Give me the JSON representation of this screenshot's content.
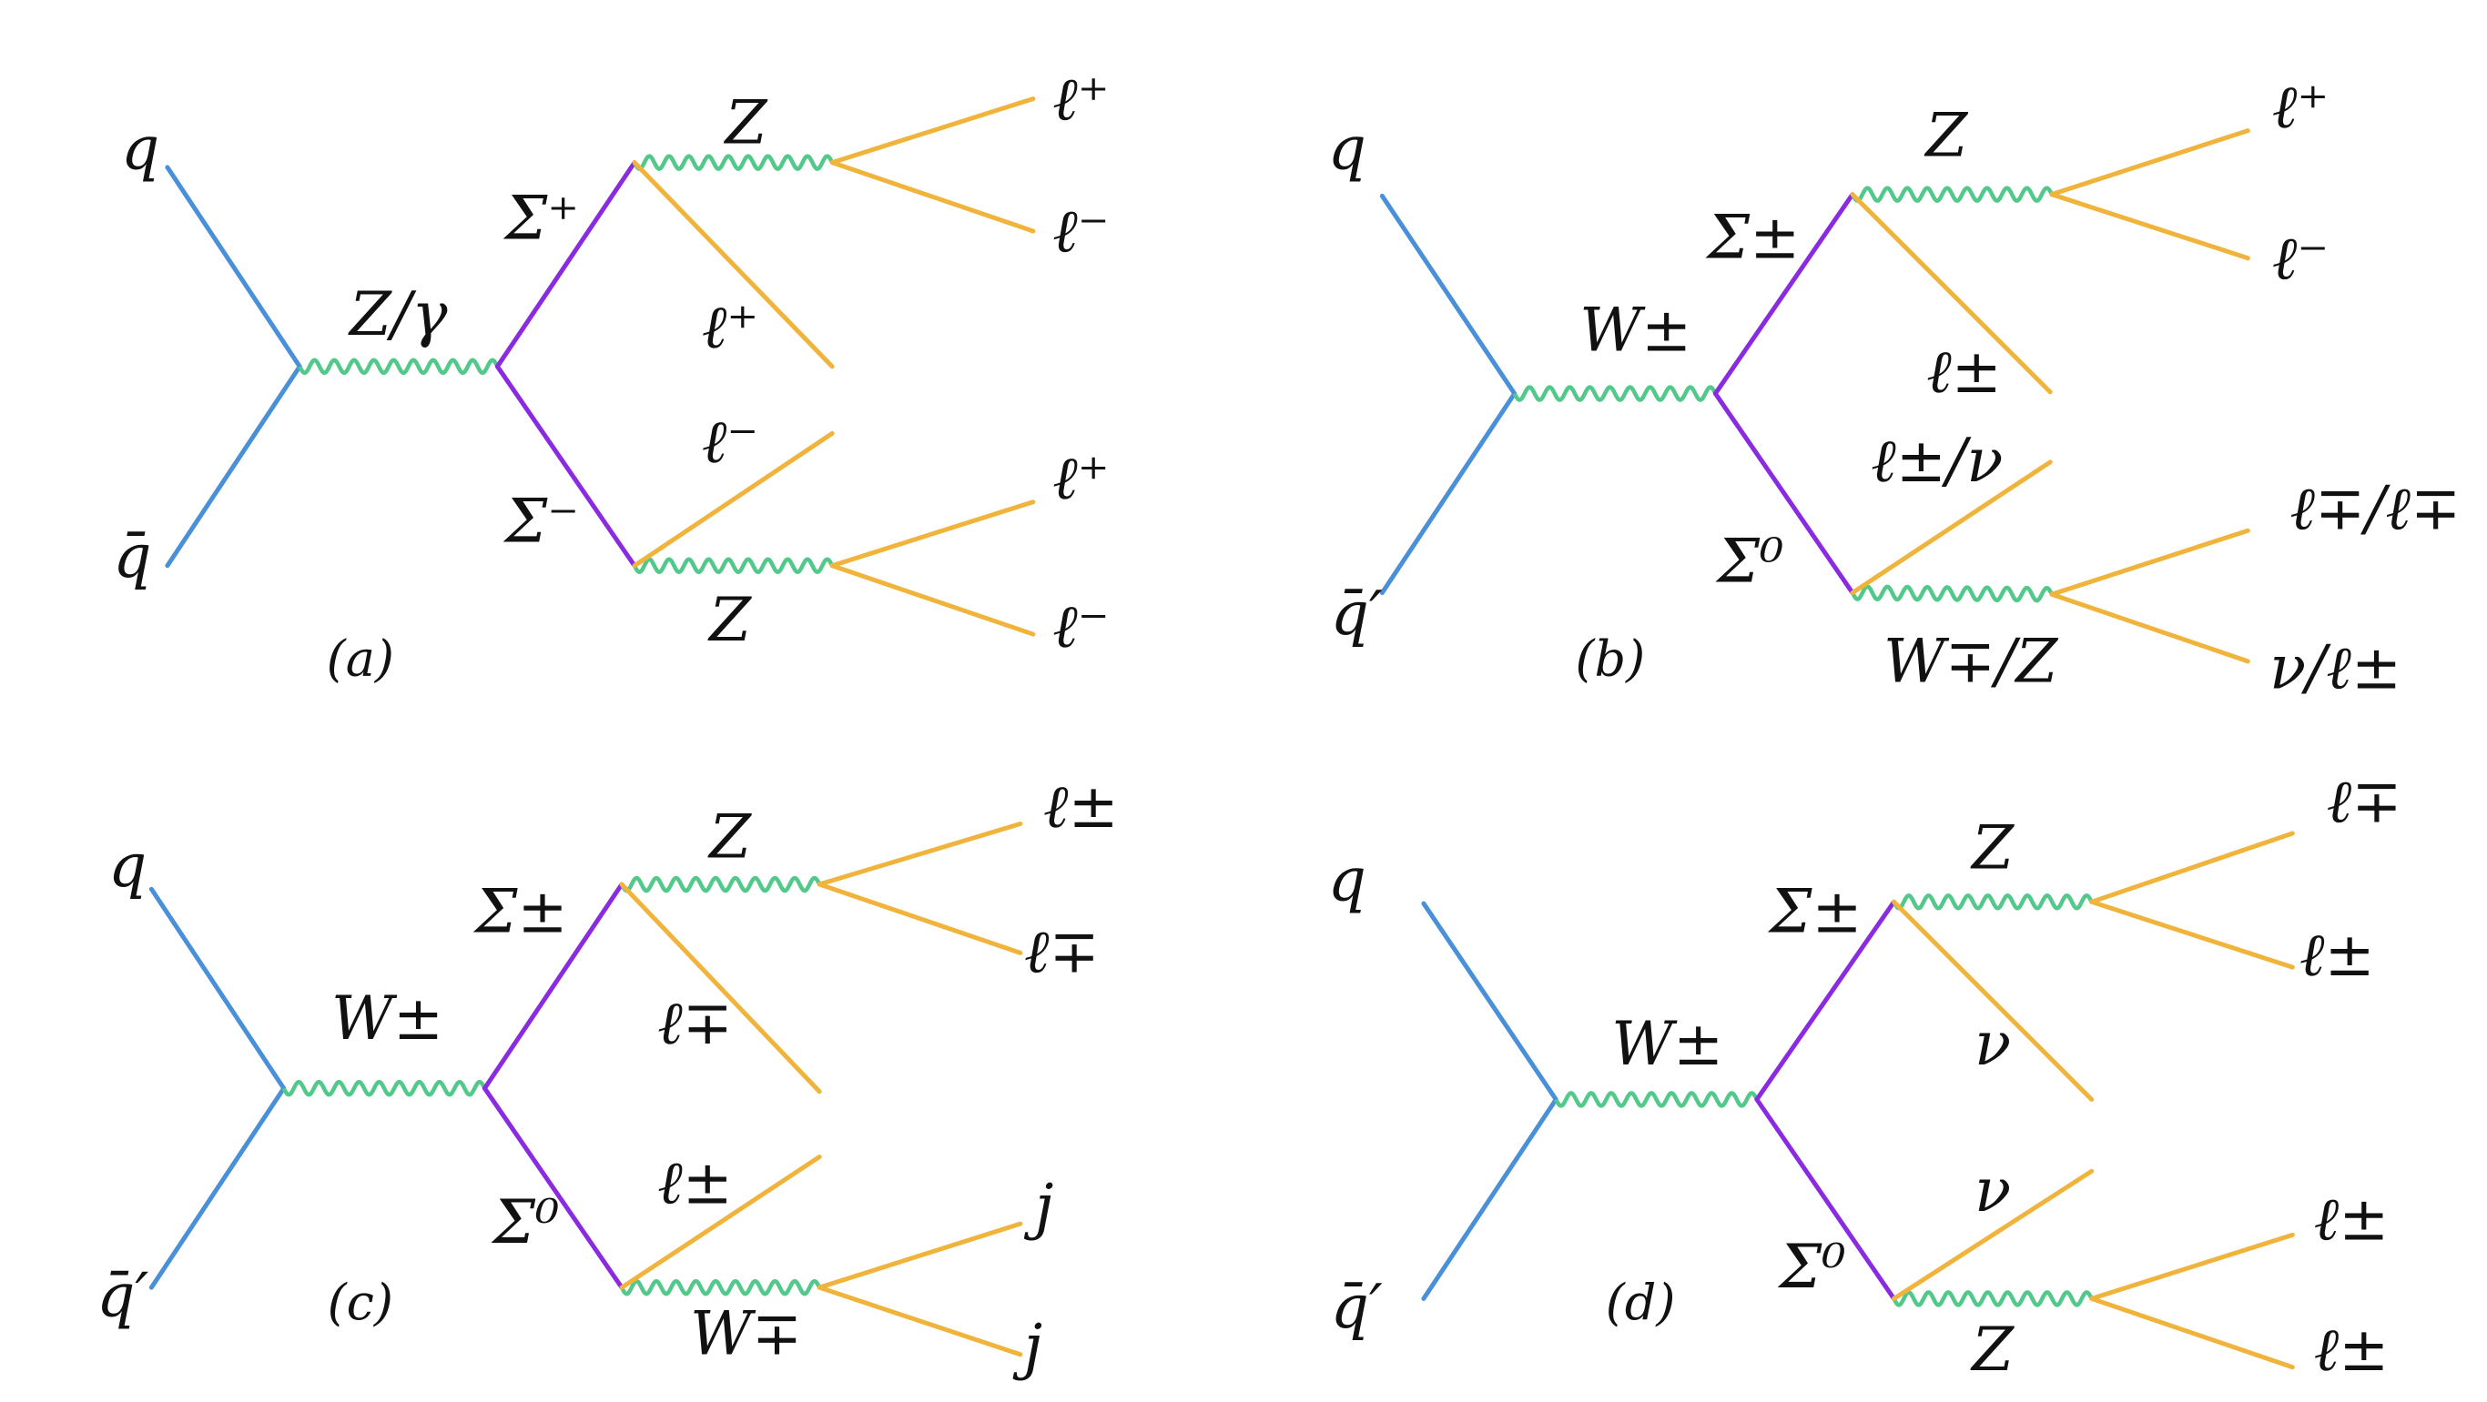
{
  "colors": {
    "quark": "#4a90d9",
    "sigma": "#8a2be2",
    "boson": "#52c98a",
    "lepton": "#f0b43c"
  },
  "panels": [
    {
      "caption": "(a)",
      "q_in": "q",
      "q_bar": "q̄",
      "mediator": "Z/γ",
      "sigma_top": "Σ⁺",
      "sigma_bottom": "Σ⁻",
      "boson_top": "Z",
      "boson_bottom": "Z",
      "fermion_top": "ℓ⁺",
      "fermion_bottom": "ℓ⁻",
      "out_top_1": "ℓ⁺",
      "out_top_2": "ℓ⁻",
      "out_bottom_1": "ℓ⁺",
      "out_bottom_2": "ℓ⁻"
    },
    {
      "caption": "(b)",
      "q_in": "q",
      "q_bar": "q̄′",
      "mediator": "W±",
      "sigma_top": "Σ±",
      "sigma_bottom": "Σ⁰",
      "boson_top": "Z",
      "boson_bottom": "W∓/Z",
      "fermion_top": "ℓ±",
      "fermion_bottom": "ℓ±/ν",
      "out_top_1": "ℓ⁺",
      "out_top_2": "ℓ⁻",
      "out_bottom_1": "ℓ∓/ℓ∓",
      "out_bottom_2": "ν/ℓ±"
    },
    {
      "caption": "(c)",
      "q_in": "q",
      "q_bar": "q̄′",
      "mediator": "W±",
      "sigma_top": "Σ±",
      "sigma_bottom": "Σ⁰",
      "boson_top": "Z",
      "boson_bottom": "W∓",
      "fermion_top": "ℓ∓",
      "fermion_bottom": "ℓ±",
      "out_top_1": "ℓ±",
      "out_top_2": "ℓ∓",
      "out_bottom_1": "j",
      "out_bottom_2": "j"
    },
    {
      "caption": "(d)",
      "q_in": "q",
      "q_bar": "q̄′",
      "mediator": "W±",
      "sigma_top": "Σ±",
      "sigma_bottom": "Σ⁰",
      "boson_top": "Z",
      "boson_bottom": "Z",
      "fermion_top": "ν",
      "fermion_bottom": "ν",
      "out_top_1": "ℓ∓",
      "out_top_2": "ℓ±",
      "out_bottom_1": "ℓ±",
      "out_bottom_2": "ℓ±"
    }
  ]
}
